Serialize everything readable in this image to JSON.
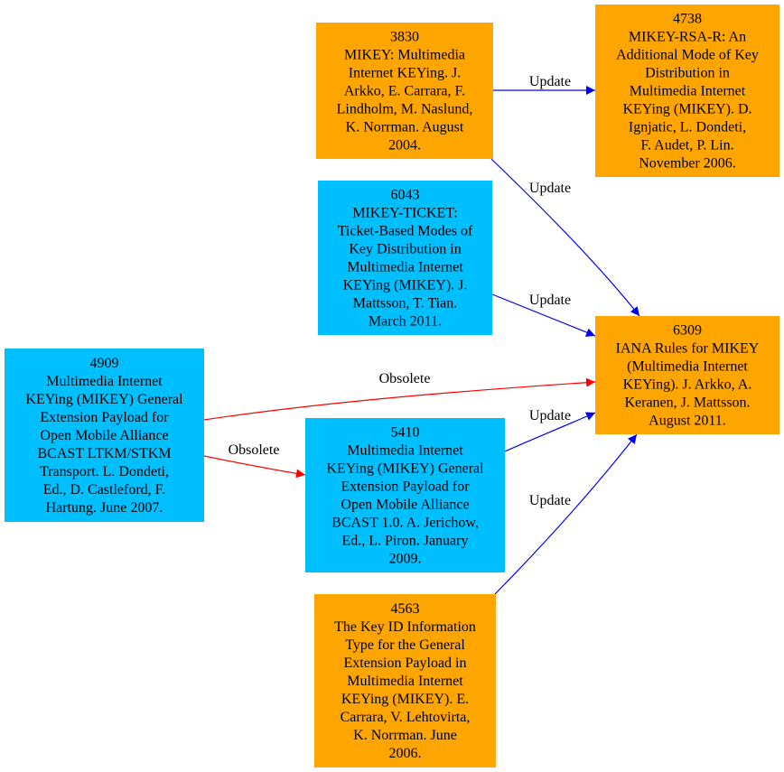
{
  "colors": {
    "orange": "#ffa500",
    "blue": "#00bfff",
    "update_edge": "#0000ff",
    "obsolete_edge": "#ff0000"
  },
  "nodes": [
    {
      "id": "n3830",
      "color": "orange",
      "lines": [
        "3830",
        "MIKEY: Multimedia",
        "Internet KEYing. J.",
        "Arkko, E. Carrara, F.",
        "Lindholm, M. Naslund,",
        "K. Norrman. August",
        "2004."
      ]
    },
    {
      "id": "n4738",
      "color": "orange",
      "lines": [
        "4738",
        "MIKEY-RSA-R: An",
        "Additional Mode of Key",
        "Distribution in",
        "Multimedia Internet",
        "KEYing (MIKEY). D.",
        "Ignjatic, L. Dondeti,",
        "F. Audet, P. Lin.",
        "November 2006."
      ]
    },
    {
      "id": "n6043",
      "color": "blue",
      "lines": [
        "6043",
        "MIKEY-TICKET:",
        "Ticket-Based Modes of",
        "Key Distribution in",
        "Multimedia Internet",
        "KEYing (MIKEY). J.",
        "Mattsson, T. Tian.",
        "March 2011."
      ]
    },
    {
      "id": "n6309",
      "color": "orange",
      "lines": [
        "6309",
        "IANA Rules for MIKEY",
        "(Multimedia Internet",
        "KEYing). J. Arkko, A.",
        "Keranen, J. Mattsson.",
        "August 2011."
      ]
    },
    {
      "id": "n4909",
      "color": "blue",
      "lines": [
        "4909",
        "Multimedia Internet",
        "KEYing (MIKEY) General",
        "Extension Payload for",
        "Open Mobile Alliance",
        "BCAST LTKM/STKM",
        "Transport. L. Dondeti,",
        "Ed., D. Castleford, F.",
        "Hartung. June 2007."
      ]
    },
    {
      "id": "n5410",
      "color": "blue",
      "lines": [
        "5410",
        "Multimedia Internet",
        "KEYing (MIKEY) General",
        "Extension Payload for",
        "Open Mobile Alliance",
        "BCAST 1.0. A. Jerichow,",
        "Ed., L. Piron. January",
        "2009."
      ]
    },
    {
      "id": "n4563",
      "color": "orange",
      "lines": [
        "4563",
        "The Key ID Information",
        "Type for the General",
        "Extension Payload in",
        "Multimedia Internet",
        "KEYing (MIKEY). E.",
        "Carrara, V. Lehtovirta,",
        "K. Norrman. June",
        "2006."
      ]
    }
  ],
  "edges": [
    {
      "id": "e3830-4738",
      "from": "3830",
      "to": "4738",
      "label": "Update",
      "kind": "update"
    },
    {
      "id": "e3830-6309",
      "from": "3830",
      "to": "6309",
      "label": "Update",
      "kind": "update"
    },
    {
      "id": "e6043-6309",
      "from": "6043",
      "to": "6309",
      "label": "Update",
      "kind": "update"
    },
    {
      "id": "e4909-6309",
      "from": "4909",
      "to": "6309",
      "label": "Obsolete",
      "kind": "obsolete"
    },
    {
      "id": "e4909-5410",
      "from": "4909",
      "to": "5410",
      "label": "Obsolete",
      "kind": "obsolete"
    },
    {
      "id": "e5410-6309",
      "from": "5410",
      "to": "6309",
      "label": "Update",
      "kind": "update"
    },
    {
      "id": "e4563-6309",
      "from": "4563",
      "to": "6309",
      "label": "Update",
      "kind": "update"
    }
  ]
}
